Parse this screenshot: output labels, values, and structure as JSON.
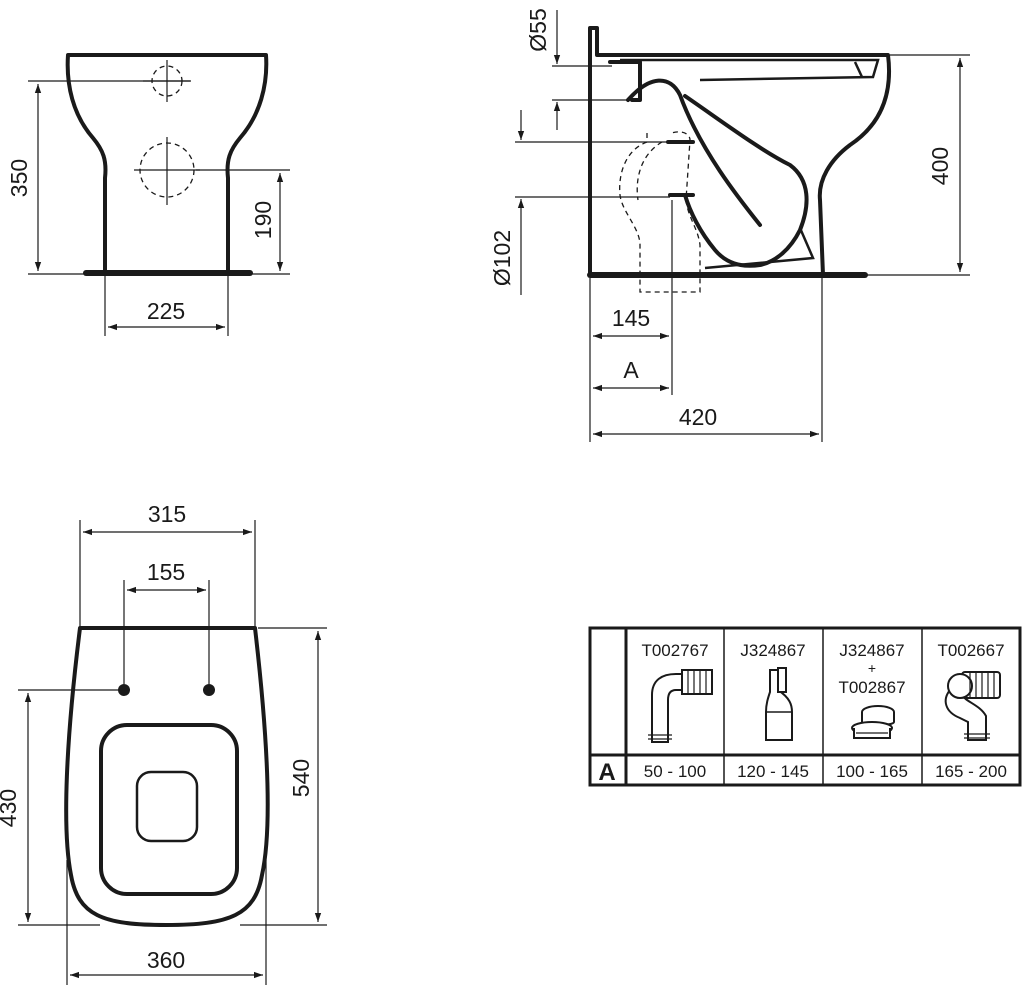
{
  "front_view": {
    "height": "350",
    "outlet_height": "190",
    "width": "225"
  },
  "side_view": {
    "inlet_diameter": "Ø55",
    "outlet_diameter": "Ø102",
    "height": "400",
    "outlet_offset": "145",
    "variable_offset": "A",
    "depth": "420"
  },
  "top_view": {
    "width_outer": "315",
    "fixing_spacing": "155",
    "fixing_depth": "430",
    "length": "540",
    "base_width": "360"
  },
  "connector_table": {
    "row_label": "A",
    "items": [
      {
        "code": "T002767",
        "code2": "",
        "range": "50 - 100",
        "icon": "pan-connector-90-icon"
      },
      {
        "code": "J324867",
        "code2": "",
        "range": "120 - 145",
        "icon": "offset-connector-icon"
      },
      {
        "code": "J324867",
        "plus": "+",
        "code2": "T002867",
        "range": "100 - 165",
        "icon": "connector-with-adapter-icon"
      },
      {
        "code": "T002667",
        "code2": "",
        "range": "165 - 200",
        "icon": "pan-connector-bend-icon"
      }
    ]
  },
  "colors": {
    "line": "#1a1a1a",
    "background": "#ffffff"
  }
}
